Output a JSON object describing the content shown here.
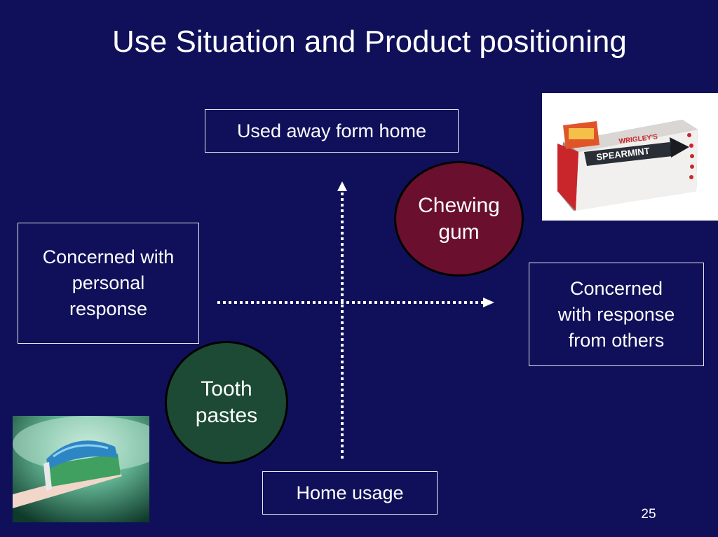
{
  "slide": {
    "title": "Use Situation and Product positioning",
    "page_number": "25"
  },
  "axes": {
    "top_label": "Used away form home",
    "bottom_label": "Home usage",
    "left_label": "Concerned with\npersonal\nresponse",
    "right_label": "Concerned\nwith response\nfrom others"
  },
  "products": {
    "chewing_gum": "Chewing\ngum",
    "tooth_pastes": "Tooth\npastes"
  },
  "images": {
    "gum_pack_icon": "spearmint-gum-pack-photo",
    "toothbrush_icon": "toothbrush-toothpaste-photo",
    "gum_brand_text": "WRIGLEY'S",
    "gum_flavor_text": "SPEARMINT"
  },
  "colors": {
    "background": "#10105a",
    "gum_bubble": "#6a0f2e",
    "paste_bubble": "#1c4a34",
    "axis_line": "#ffffff"
  }
}
